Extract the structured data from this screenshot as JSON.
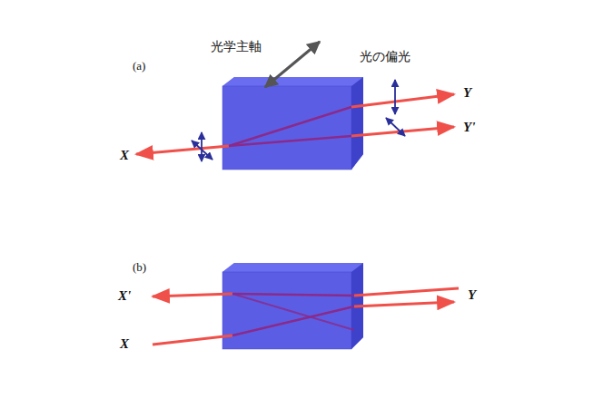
{
  "diagram": {
    "labels": [
      "(a)",
      "光学主軸",
      "光の偏光",
      "Y",
      "X",
      "Y'",
      "(b)",
      "X'",
      "Y",
      "X"
    ]
  }
}
